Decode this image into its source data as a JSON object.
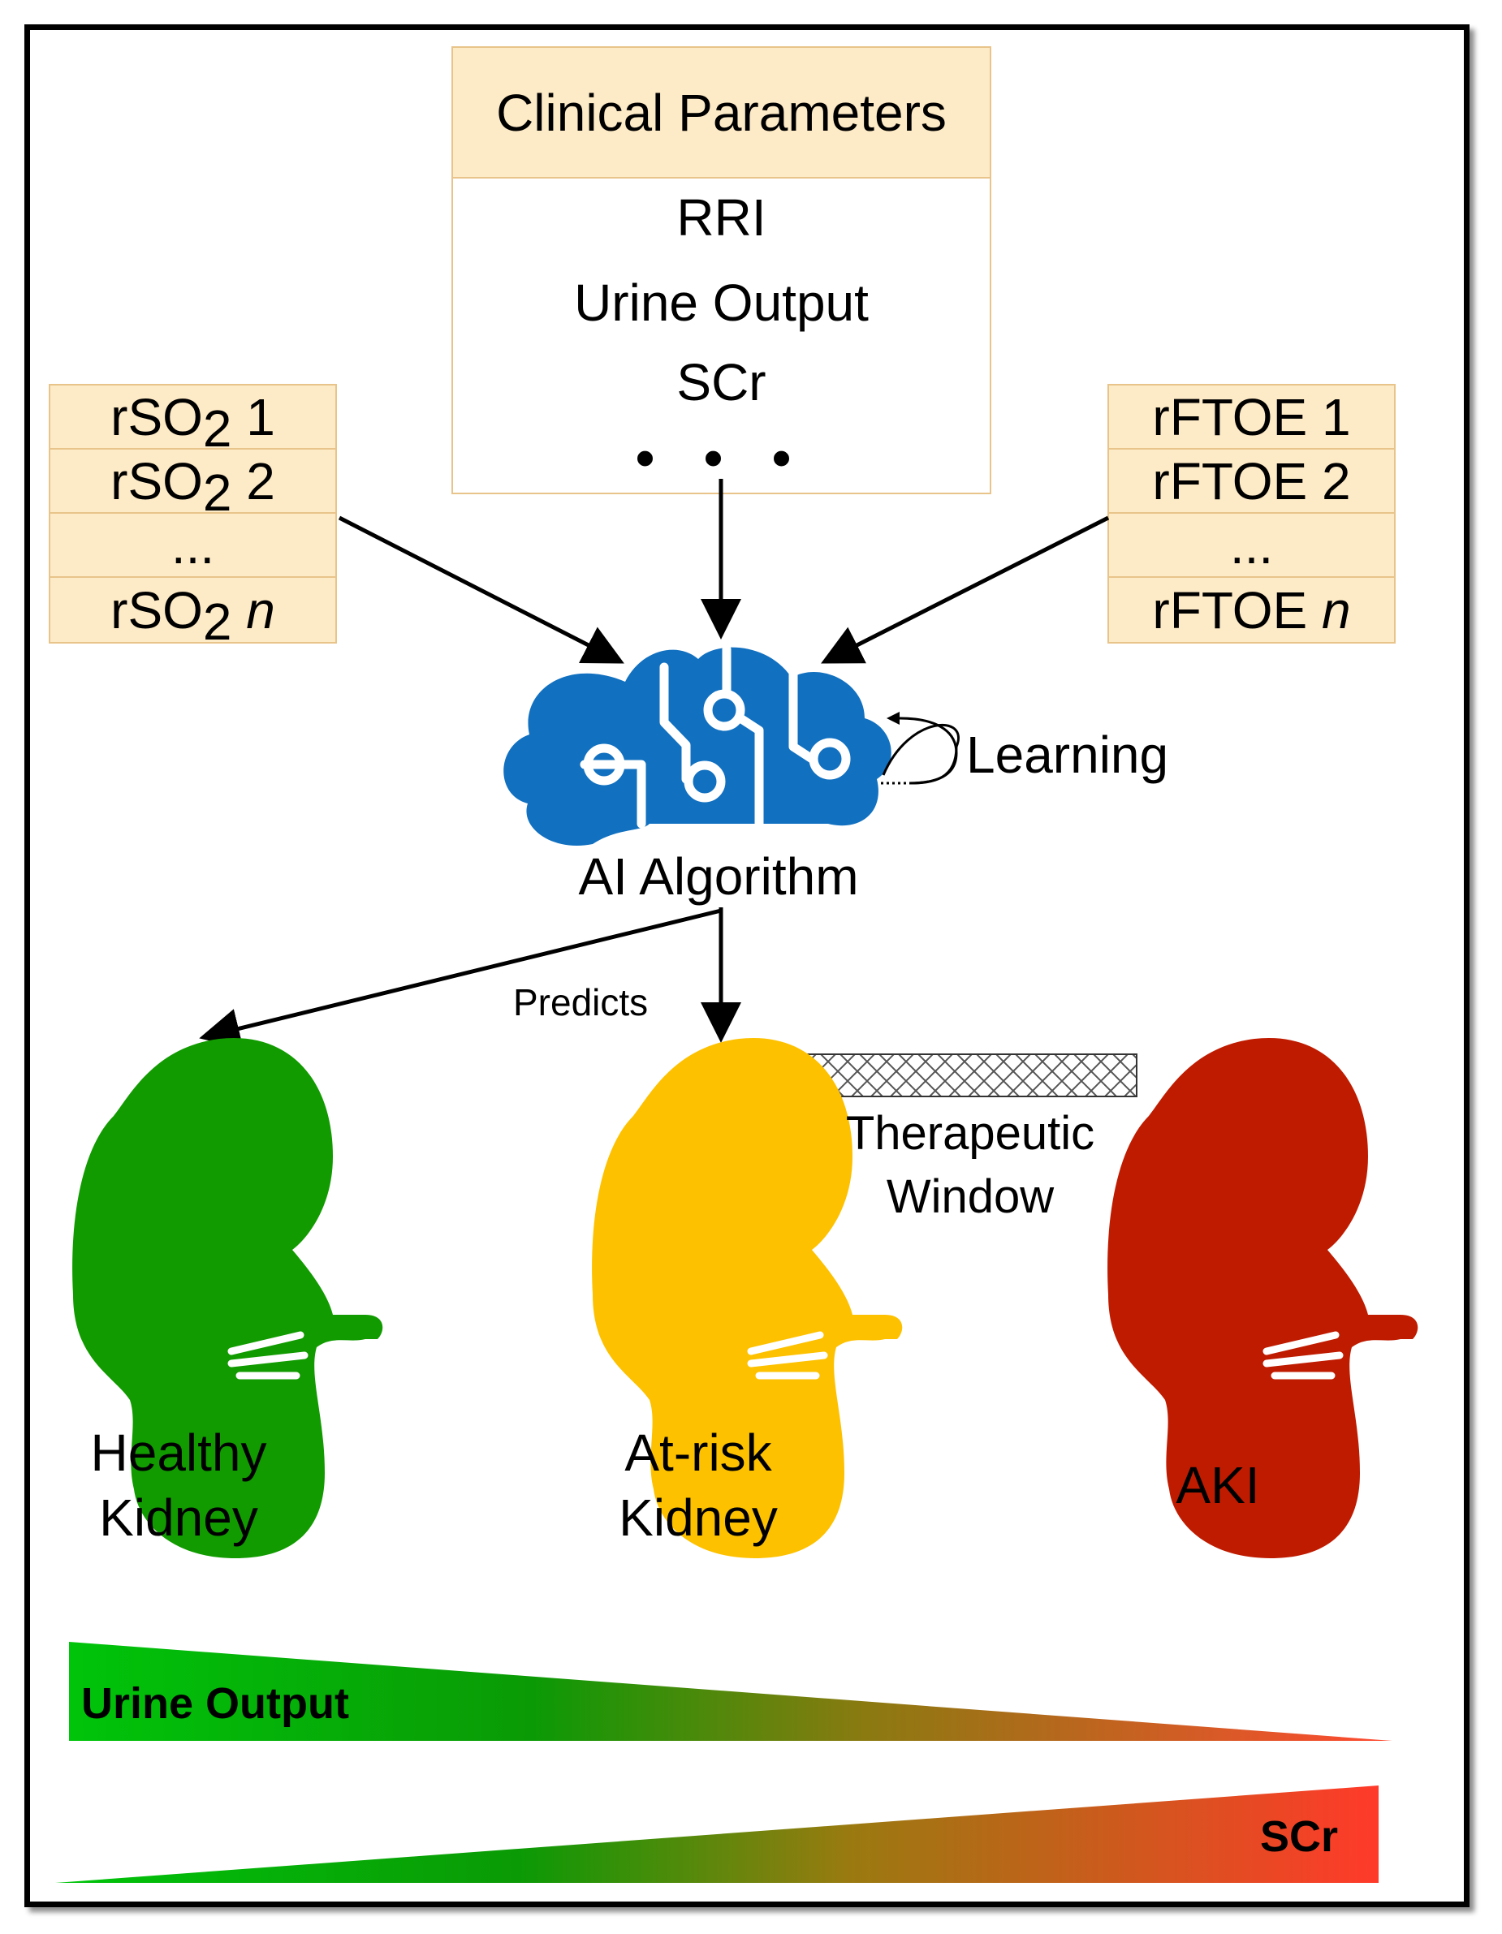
{
  "clinical": {
    "title": "Clinical Parameters",
    "items": [
      "RRI",
      "Urine Output",
      "SCr"
    ],
    "ellipsis": "• • •"
  },
  "rso2": {
    "rows": [
      {
        "prefix": "rSO",
        "sub": "2",
        "suffix": " 1"
      },
      {
        "prefix": "rSO",
        "sub": "2",
        "suffix": " 2"
      },
      {
        "prefix": "...",
        "sub": "",
        "suffix": ""
      },
      {
        "prefix": "rSO",
        "sub": "2",
        "suffix": " ",
        "italic": "n"
      }
    ]
  },
  "rftoe": {
    "rows": [
      {
        "text": "rFTOE 1"
      },
      {
        "text": "rFTOE 2"
      },
      {
        "text": "..."
      },
      {
        "text": "rFTOE ",
        "italic": "n"
      }
    ]
  },
  "ai": {
    "label": "AI Algorithm",
    "loop_label": "Learning"
  },
  "predicts_label": "Predicts",
  "therapeutic_window": {
    "line1": "Therapeutic",
    "line2": "Window"
  },
  "kidneys": {
    "healthy": {
      "line1": "Healthy",
      "line2": "Kidney",
      "color": "#119b00"
    },
    "at_risk": {
      "line1": "At-risk",
      "line2": "Kidney",
      "color": "#fdc100"
    },
    "aki": {
      "line1": "AKI",
      "color": "#bf1b00"
    }
  },
  "bars": {
    "urine": {
      "label": "Urine Output",
      "start_color": "#00c40a",
      "end_color": "#ff4a32"
    },
    "scr": {
      "label": "SCr",
      "start_color": "#00c40a",
      "end_color": "#ff3a2a"
    }
  },
  "colors": {
    "box_fill": "#fdeac6",
    "box_border": "#e8c48a",
    "brain": "#1170c0"
  }
}
